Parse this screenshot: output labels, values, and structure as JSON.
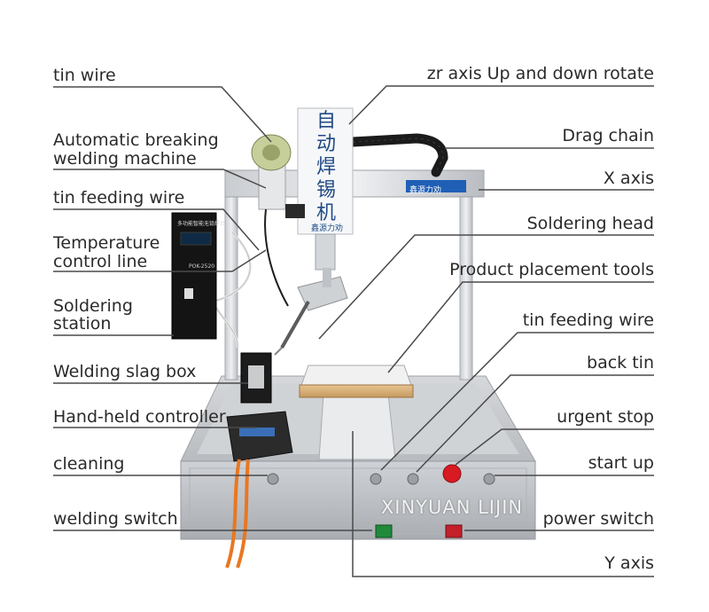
{
  "labels_left": [
    {
      "id": "tin-wire",
      "text": "tin wire"
    },
    {
      "id": "auto-break-1",
      "text": "Automatic breaking"
    },
    {
      "id": "auto-break-2",
      "text": "welding machine"
    },
    {
      "id": "tin-feeding-wire-left",
      "text": "tin feeding wire"
    },
    {
      "id": "temp-line-1",
      "text": "Temperature"
    },
    {
      "id": "temp-line-2",
      "text": " control line"
    },
    {
      "id": "soldering-station-1",
      "text": "Soldering"
    },
    {
      "id": "soldering-station-2",
      "text": "station"
    },
    {
      "id": "welding-slag-box",
      "text": "Welding slag box"
    },
    {
      "id": "hand-held-controller",
      "text": "Hand-held controller"
    },
    {
      "id": "cleaning",
      "text": "cleaning"
    },
    {
      "id": "welding-switch",
      "text": "welding switch"
    }
  ],
  "labels_right": [
    {
      "id": "zr-axis",
      "text": "zr axis Up and down rotate"
    },
    {
      "id": "drag-chain",
      "text": "Drag chain"
    },
    {
      "id": "x-axis",
      "text": "X axis"
    },
    {
      "id": "soldering-head",
      "text": "Soldering head"
    },
    {
      "id": "product-placement-tools",
      "text": "Product placement tools"
    },
    {
      "id": "tin-feeding-wire-right",
      "text": "tin feeding wire"
    },
    {
      "id": "back-tin",
      "text": "back tin"
    },
    {
      "id": "urgent-stop",
      "text": "urgent stop"
    },
    {
      "id": "start-up",
      "text": "start up"
    },
    {
      "id": "power-switch",
      "text": "power switch"
    },
    {
      "id": "y-axis",
      "text": "Y axis"
    }
  ],
  "machine_banner": {
    "chars": [
      "自",
      "动",
      "焊",
      "锡",
      "机"
    ],
    "brand": "鑫源力劝"
  },
  "x_axis_brand": "鑫源力劝",
  "controller_title": "多功能智能无铅焊台",
  "controller_model": "POK-2520",
  "watermark": "XINYUAN LIJIN",
  "colors": {
    "label_text": "#2a2a2a",
    "leader_line": "#4a4a4a",
    "frame_aluminium": "#dfe1e3",
    "drag_chain": "#1b1b1b",
    "banner_text": "#204a86",
    "cable_orange": "#e87722",
    "stop_button": "#d81a22",
    "power_switch": "#c3202a",
    "welding_switch": "#1f8a3a"
  }
}
